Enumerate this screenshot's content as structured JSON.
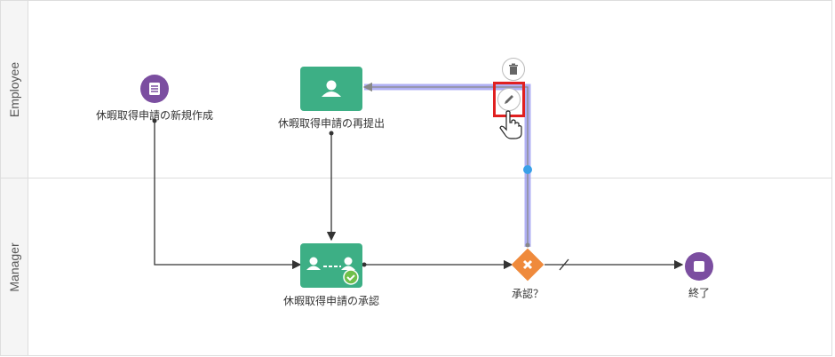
{
  "lanes": [
    {
      "label": "Employee"
    },
    {
      "label": "Manager"
    }
  ],
  "nodes": {
    "start": {
      "label": "休暇取得申請の新規作成",
      "icon": "form-icon",
      "color": "#7b4ea0"
    },
    "resubmit": {
      "label": "休暇取得申請の再提出",
      "icon": "user-icon",
      "color": "#3daf85"
    },
    "approve": {
      "label": "休暇取得申請の承認",
      "icon": "approval-icon",
      "color": "#3daf85"
    },
    "gateway": {
      "label": "承認？",
      "icon": "x-icon",
      "color": "#ef8a3c"
    },
    "end": {
      "label": "終了",
      "icon": "stop-icon",
      "color": "#7b4ea0"
    }
  },
  "selection": {
    "color": "#8f8ff0",
    "highlight": "#e02020"
  }
}
